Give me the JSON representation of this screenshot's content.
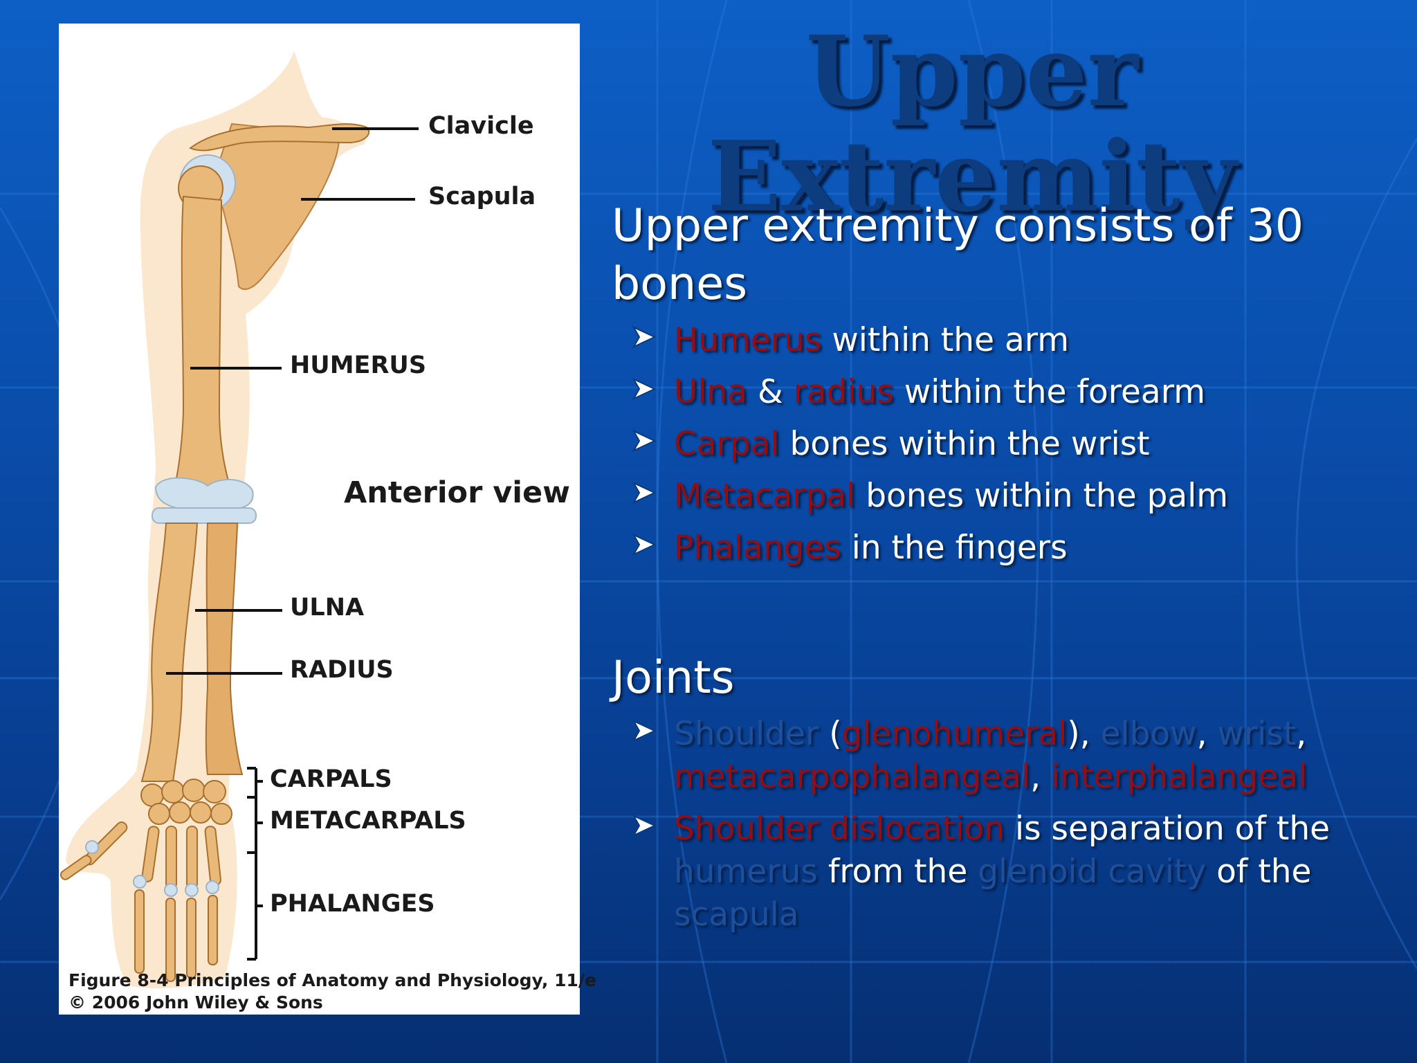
{
  "slide": {
    "title": "Upper Extremity",
    "sections": [
      {
        "heading": "Upper extremity consists of 30 bones",
        "bullets": [
          {
            "term": "Humerus",
            "rest": " within the arm"
          },
          {
            "term": "Ulna",
            "mid": " & ",
            "term2": "radius",
            "rest": " within the forearm"
          },
          {
            "term": "Carpal",
            "rest": " bones within the wrist"
          },
          {
            "term": "Metacarpal",
            "rest": " bones within the palm"
          },
          {
            "term": "Phalanges",
            "rest": " in the fingers"
          }
        ]
      },
      {
        "heading": "Joints",
        "joints_bullet": {
          "shoulder": "Shoulder",
          "open": " (",
          "glenohumeral": "glenohumeral",
          "close": "), ",
          "elbow": "elbow",
          "c1": ", ",
          "wrist": "wrist",
          "c2": ",",
          "metacarpophalangeal": "metacarpophalangeal",
          "c3": ", ",
          "interphalangeal": "interphalangeal"
        },
        "dislocation_bullet": {
          "term": "Shoulder dislocation",
          "t1": " is separation of the ",
          "humerus": "humerus",
          "t2": " from the ",
          "glenoid": "glenoid cavity",
          "t3": " of the ",
          "scapula": "scapula"
        }
      }
    ]
  },
  "figure": {
    "labels": {
      "clavicle": "Clavicle",
      "scapula": "Scapula",
      "humerus": "HUMERUS",
      "anterior": "Anterior view",
      "ulna": "ULNA",
      "radius": "RADIUS",
      "carpals": "CARPALS",
      "metacarpals": "METACARPALS",
      "phalanges": "PHALANGES"
    },
    "caption_line1": "Figure 8-4  Principles of Anatomy and Physiology, 11/e",
    "caption_line2": "© 2006 John Wiley & Sons"
  },
  "colors": {
    "term_red": "#8f0f17",
    "dim_blue": "#1f4f9a",
    "title_blue": "#0e3d7f",
    "bone": "#e9b97a",
    "cartilage": "#cfe1ef"
  },
  "icons": [
    "arrow-bullet-icon"
  ]
}
